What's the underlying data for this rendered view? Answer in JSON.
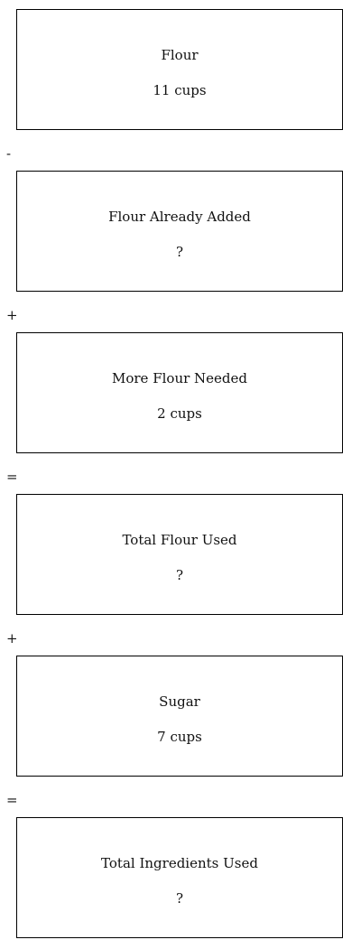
{
  "boxes": [
    {
      "label": "Flour",
      "value": "11 cups"
    },
    {
      "label": "Flour Already Added",
      "value": "?"
    },
    {
      "label": "More Flour Needed",
      "value": "2 cups"
    },
    {
      "label": "Total Flour Used",
      "value": "?"
    },
    {
      "label": "Sugar",
      "value": "7 cups"
    },
    {
      "label": "Total Ingredients Used",
      "value": "?"
    }
  ],
  "operators": [
    "-",
    "+",
    "=",
    "+",
    "="
  ]
}
